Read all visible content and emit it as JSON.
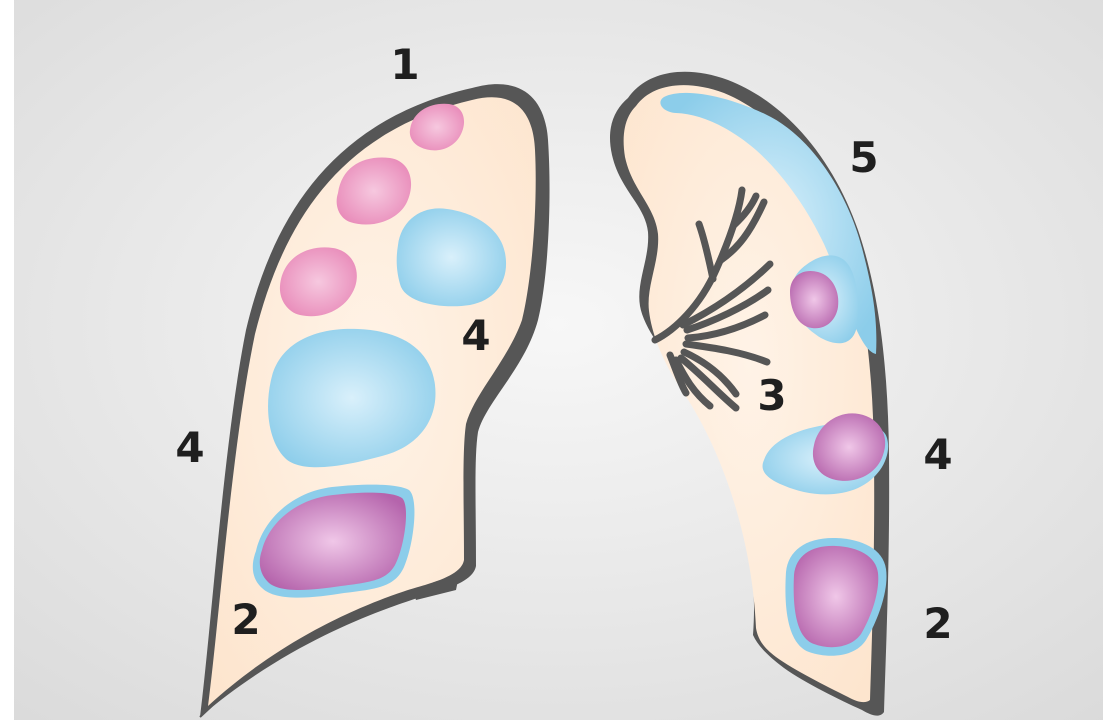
{
  "labels": {
    "apex": "1",
    "lower_left": "2",
    "lower_right": "2",
    "hilum": "3",
    "left_side_outer": "4",
    "left_side_inner": "4",
    "right_side_outer": "4",
    "right_upper": "5"
  },
  "colors": {
    "background": "#e7e8e8",
    "lung_fill": "#fdebd7",
    "outline": "#565656",
    "pink": "#e889b8",
    "blue": "#8ccdea",
    "purple": "#b564ac",
    "ring_blue": "#7ec8e3"
  }
}
